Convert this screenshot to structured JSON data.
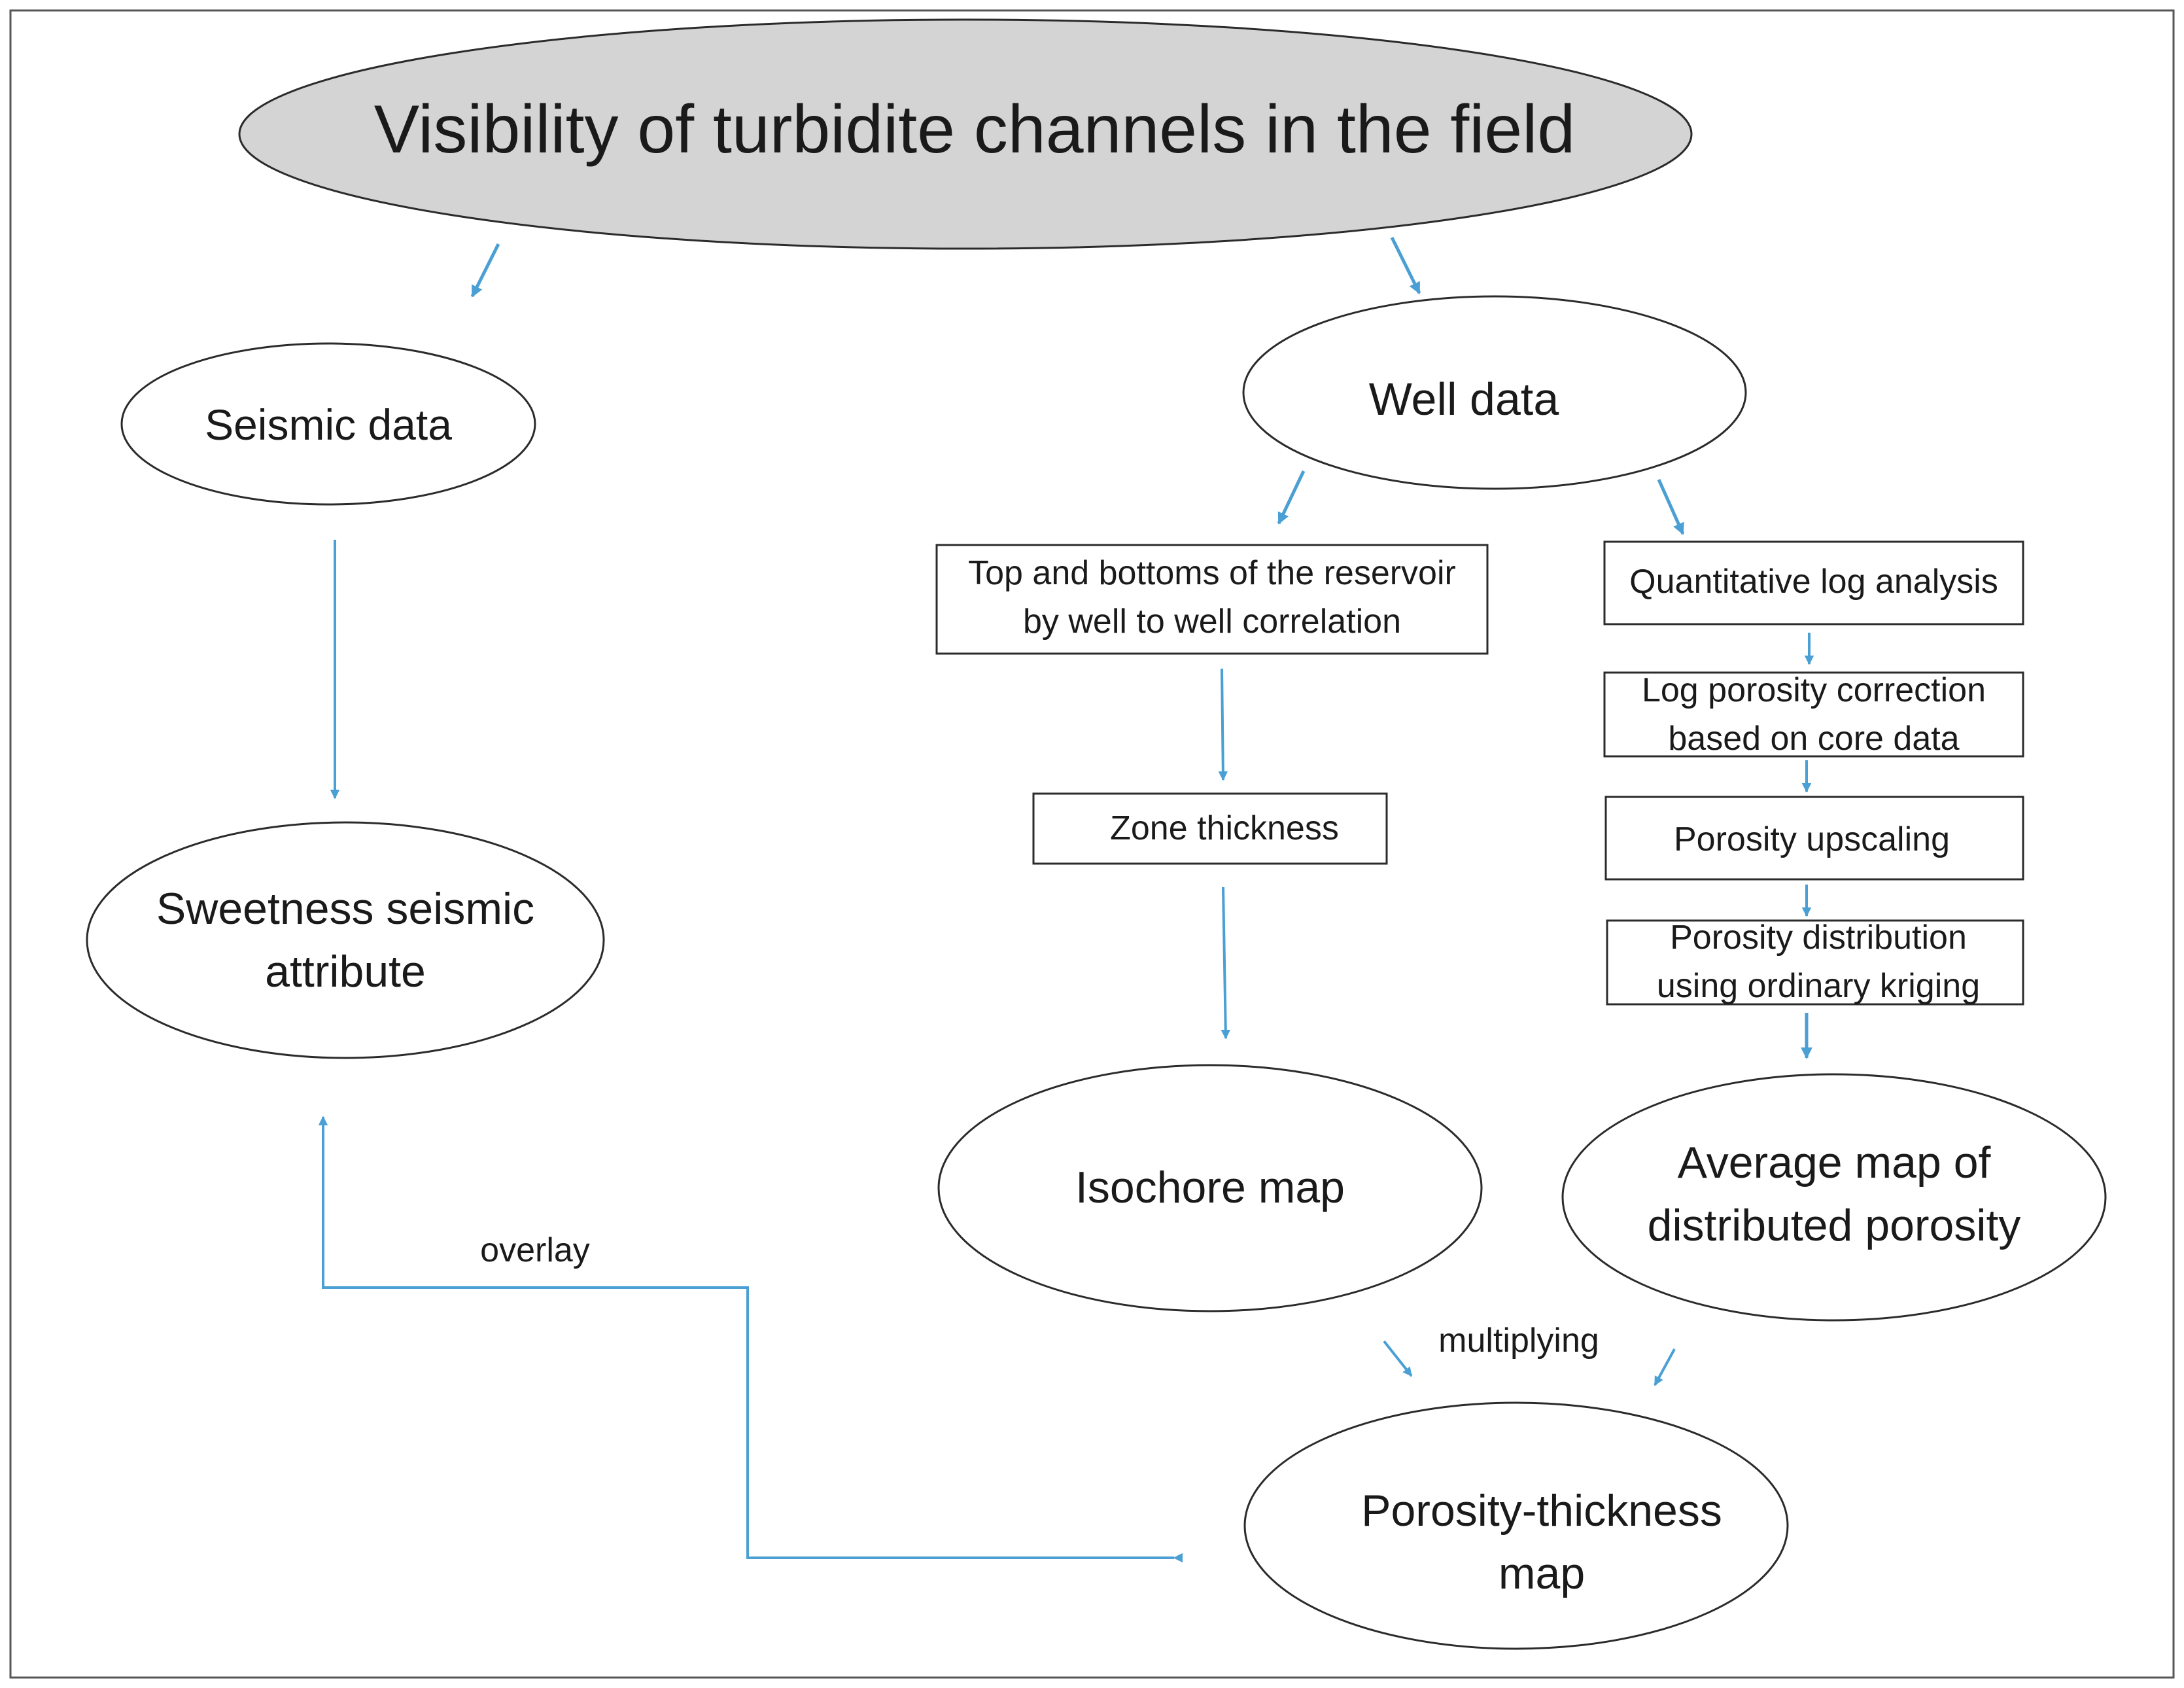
{
  "title": "Visibility of turbidite channels in the field",
  "colors": {
    "arrow": "#4a9fd4",
    "title_fill": "#d4d4d4",
    "stroke": "#2b2b2b"
  },
  "nodes": {
    "seismic_data": "Seismic data",
    "well_data": "Well data",
    "top_bottoms_line1": "Top and bottoms of the reservoir",
    "top_bottoms_line2": "by well to well correlation",
    "quantitative_log": "Quantitative log analysis",
    "log_porosity_line1": "Log porosity correction",
    "log_porosity_line2": "based on core data",
    "porosity_upscaling": "Porosity upscaling",
    "porosity_distribution_line1": "Porosity distribution",
    "porosity_distribution_line2": "using ordinary kriging",
    "zone_thickness": "Zone thickness",
    "sweetness_line1": "Sweetness seismic",
    "sweetness_line2": "attribute",
    "isochore_map": "Isochore map",
    "average_map_line1": "Average map of",
    "average_map_line2": "distributed porosity",
    "porosity_thickness_line1": "Porosity-thickness",
    "porosity_thickness_line2": "map"
  },
  "edge_labels": {
    "overlay": "overlay",
    "multiplying": "multiplying"
  }
}
